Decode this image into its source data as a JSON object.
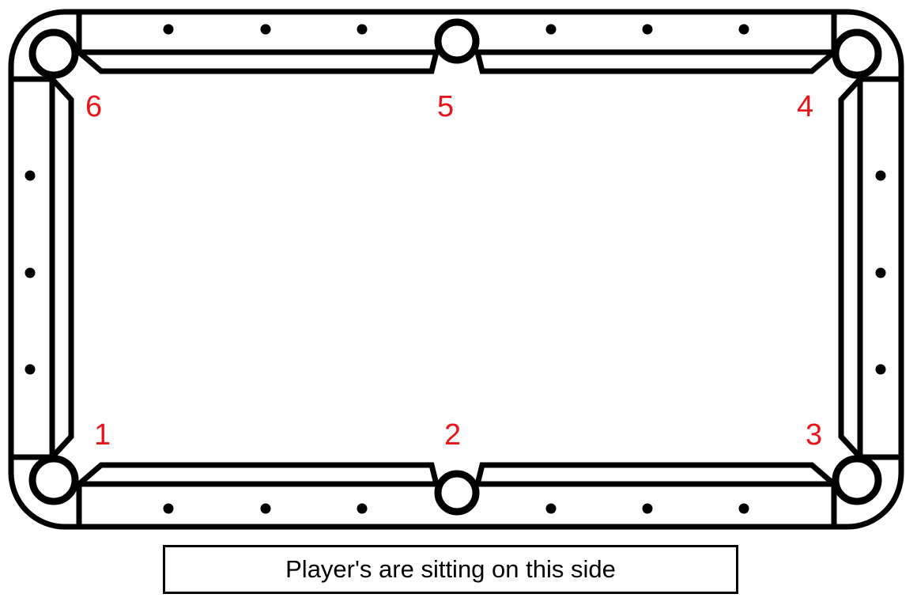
{
  "pockets": [
    {
      "label": "1"
    },
    {
      "label": "2"
    },
    {
      "label": "3"
    },
    {
      "label": "4"
    },
    {
      "label": "5"
    },
    {
      "label": "6"
    }
  ],
  "caption": "Player's are sitting on this side",
  "colors": {
    "label": "#e8141c",
    "line": "#000000"
  }
}
